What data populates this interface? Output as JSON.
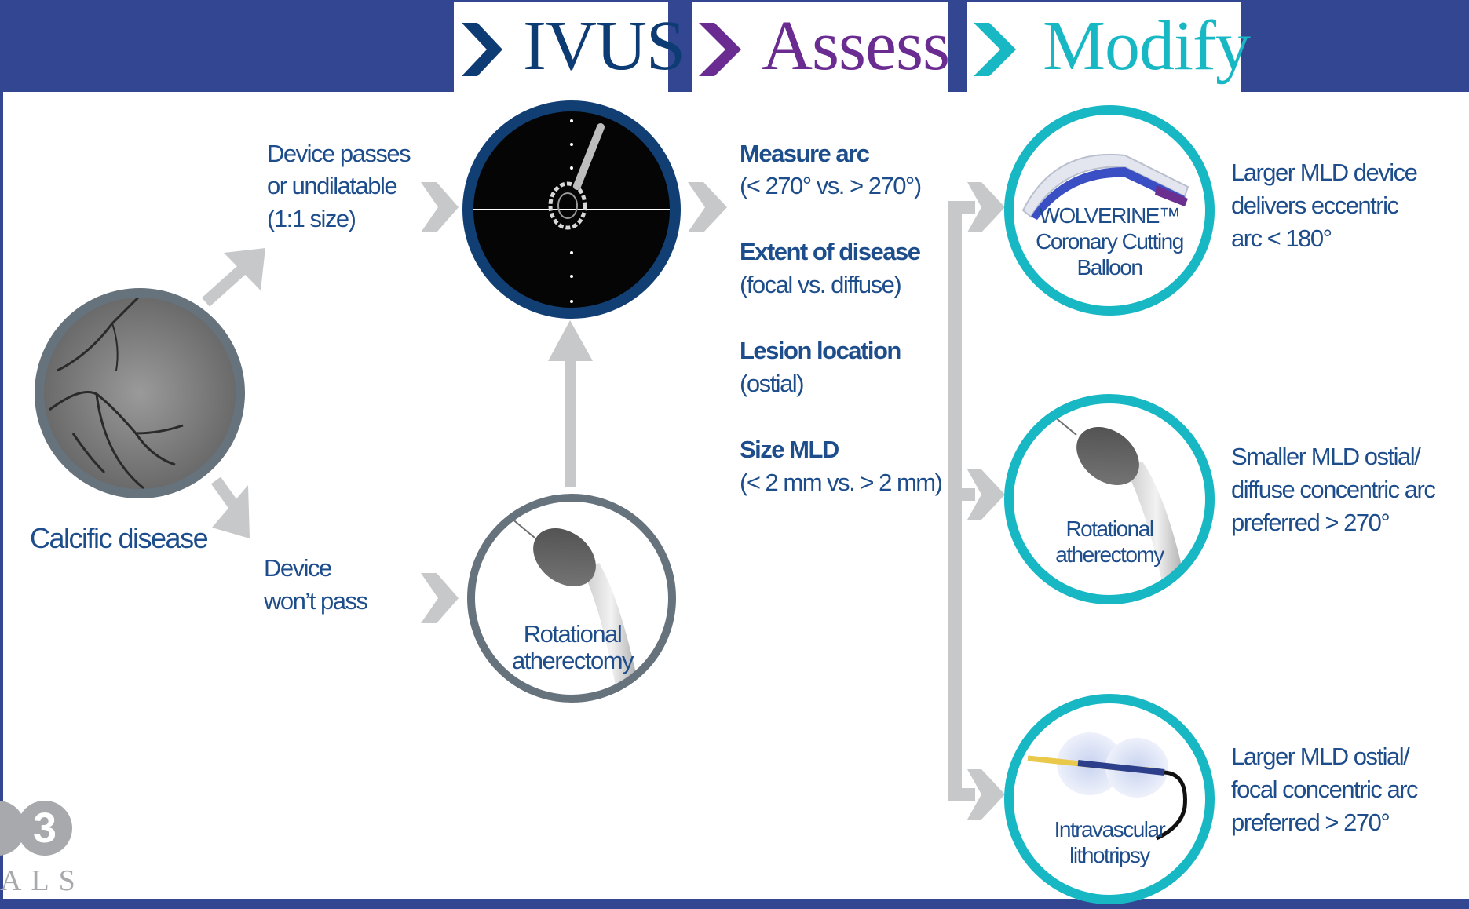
{
  "header": {
    "steps": [
      {
        "label": "IVUS",
        "color": "#0d3b73"
      },
      {
        "label": "Assess",
        "color": "#6a2c91"
      },
      {
        "label": "Modify",
        "color": "#17b8c4"
      }
    ]
  },
  "start": {
    "label": "Calcific disease",
    "icon": "angiogram-image"
  },
  "branches": {
    "passes": [
      "Device passes",
      "or undilatable",
      "(1:1 size)"
    ],
    "wont_pass": [
      "Device",
      "won’t pass"
    ]
  },
  "ivus": {
    "icon": "ivus-image"
  },
  "pre_atherectomy": {
    "lines": [
      "Rotational",
      "atherectomy"
    ],
    "icon": "rotablator-burr-image"
  },
  "assess": [
    {
      "title": "Measure arc",
      "detail": "(< 270° vs. > 270°)"
    },
    {
      "title": "Extent of disease",
      "detail": "(focal vs. diffuse)"
    },
    {
      "title": "Lesion location",
      "detail": "(ostial)"
    },
    {
      "title": "Size MLD",
      "detail": "(< 2 mm vs. > 2 mm)"
    }
  ],
  "modify": [
    {
      "device_lines": [
        "WOLVERINE™",
        "Coronary Cutting",
        "Balloon"
      ],
      "indication": [
        "Larger MLD device",
        "delivers eccentric",
        "arc < 180°"
      ],
      "icon": "cutting-balloon-image"
    },
    {
      "device_lines": [
        "Rotational",
        "atherectomy"
      ],
      "indication": [
        "Smaller MLD ostial/",
        "diffuse concentric arc",
        "preferred > 270°"
      ],
      "icon": "rotablator-burr-image"
    },
    {
      "device_lines": [
        "Intravascular",
        "lithotripsy"
      ],
      "indication": [
        "Larger MLD ostial/",
        "focal concentric arc",
        "preferred > 270°"
      ],
      "icon": "lithotripsy-catheter-image"
    }
  ],
  "logo": {
    "number": "3",
    "text": "ALS"
  },
  "colors": {
    "banner": "#334691",
    "text": "#1e4d8c",
    "arrow": "#c6c8ca",
    "gray_ring": "#66727c",
    "ivus_ring": "#123f73",
    "teal_ring": "#17b8c4"
  }
}
